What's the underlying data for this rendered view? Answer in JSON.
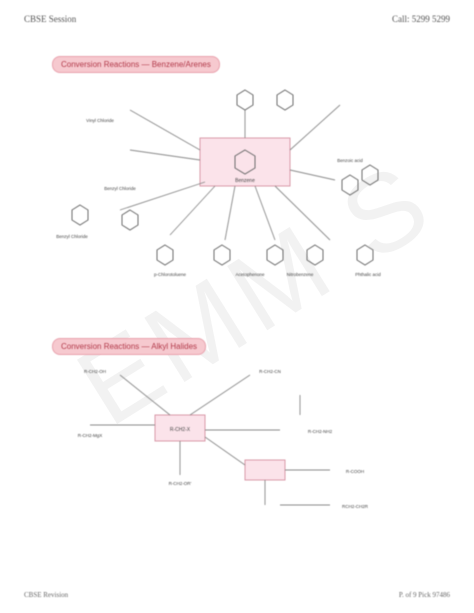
{
  "header": {
    "left": "CBSE Session",
    "right": "Call: 5299 5299"
  },
  "footer": {
    "left": "CBSE Revision",
    "right": "P. of 9 Pick 97486"
  },
  "sections": [
    {
      "banner": "Conversion Reactions — Benzene/Arenes"
    },
    {
      "banner": "Conversion Reactions — Alkyl Halides"
    }
  ],
  "diagram1": {
    "center_label": "Benzene",
    "nodes": [
      "Vinyl Chloride",
      "Benzyl Chloride",
      "Benzyl Chloride",
      "p-Chlorotoluene",
      "Acetophenone",
      "Benzoic acid",
      "Phthalic acid",
      "Nitrobenzene"
    ]
  },
  "diagram2": {
    "center_label": "R-CH2-X",
    "nodes": [
      "R-CH2-OH",
      "R-CH2-CN",
      "R-CH2-NH2",
      "R-CH2-MgX",
      "R-CH2-OR'",
      "R-COOH",
      "RCH2-CH2R"
    ]
  },
  "watermark": "EMM S"
}
